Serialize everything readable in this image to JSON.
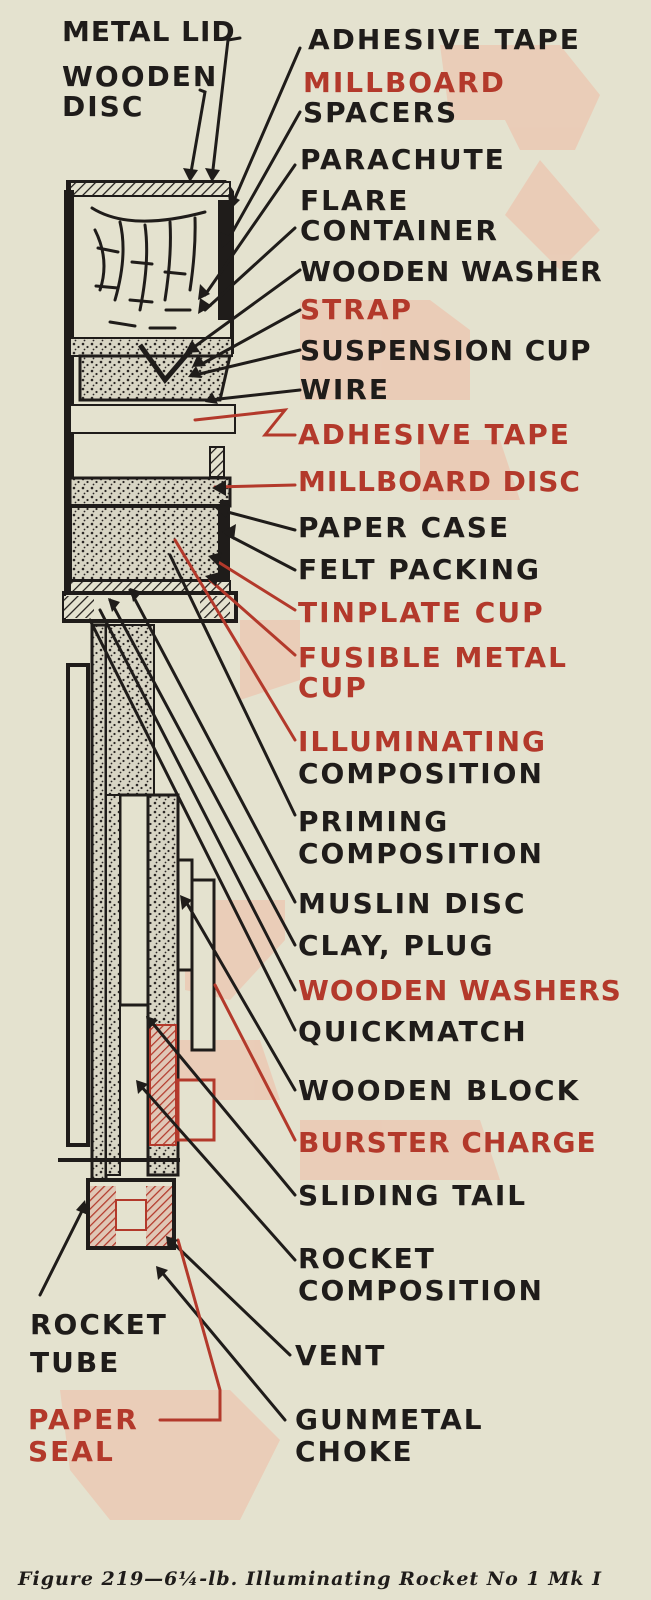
{
  "colors": {
    "background": "#e4e2cf",
    "ink": "#1f1c1a",
    "red_ink": "#b3392b",
    "watermark": "#f2b39c"
  },
  "labels": {
    "metal_lid": "METAL LID",
    "wooden_disc": [
      "WOODEN",
      "DISC"
    ],
    "adhesive_tape_top": "ADHESIVE TAPE",
    "millboard_spacers": [
      "MILLBOARD",
      "SPACERS"
    ],
    "parachute": "PARACHUTE",
    "flare_container": [
      "FLARE",
      "CONTAINER"
    ],
    "wooden_washer": "WOODEN WASHER",
    "strap": "STRAP",
    "suspension_cup": "SUSPENSION CUP",
    "wire": "WIRE",
    "adhesive_tape": "ADHESIVE TAPE",
    "millboard_disc": "MILLBOARD DISC",
    "paper_case": "PAPER CASE",
    "felt_packing": "FELT PACKING",
    "tinplate_cup": "TINPLATE CUP",
    "fusible_metal_cup": [
      "FUSIBLE METAL",
      "CUP"
    ],
    "illuminating_composition": [
      "ILLUMINATING",
      "COMPOSITION"
    ],
    "priming_composition": [
      "PRIMING",
      "COMPOSITION"
    ],
    "muslin_disc": "MUSLIN DISC",
    "clay_plug": "CLAY, PLUG",
    "wooden_washers": "WOODEN WASHERS",
    "quickmatch": "QUICKMATCH",
    "wooden_block": "WOODEN BLOCK",
    "burster_charge": "BURSTER CHARGE",
    "sliding_tail": "SLIDING TAIL",
    "rocket_composition": [
      "ROCKET",
      "COMPOSITION"
    ],
    "vent": "VENT",
    "gunmetal_choke": [
      "GUNMETAL",
      "CHOKE"
    ],
    "rocket_tube": [
      "ROCKET",
      "TUBE"
    ],
    "paper_seal": [
      "PAPER",
      "SEAL"
    ]
  },
  "caption": "Figure 219—6¼-lb. Illuminating Rocket No 1 Mk I"
}
